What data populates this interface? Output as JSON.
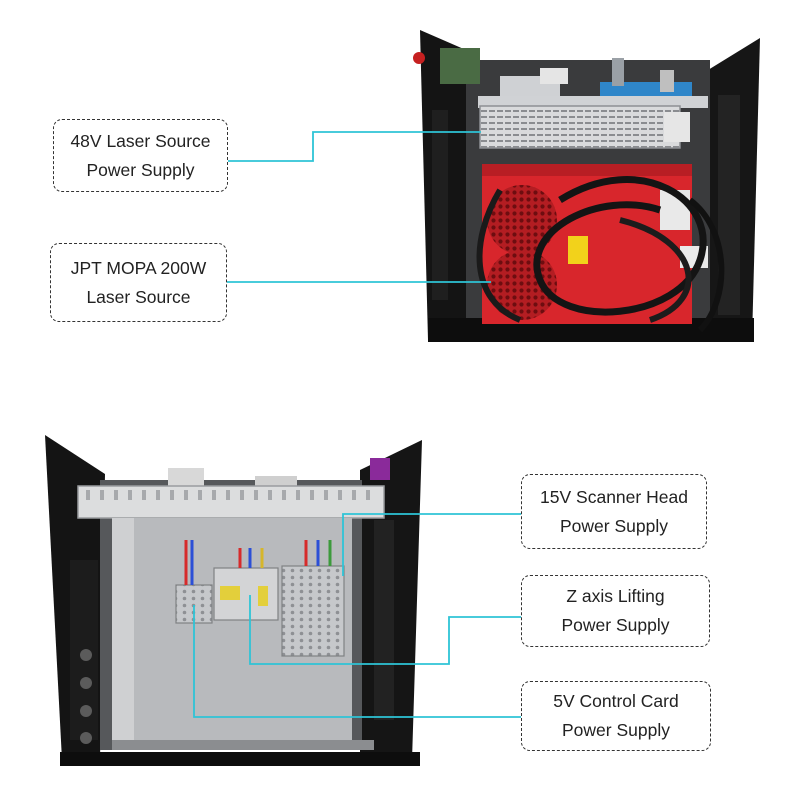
{
  "callouts": [
    {
      "line1": "48V Laser Source",
      "line2": "Power Supply"
    },
    {
      "line1": "JPT MOPA 200W",
      "line2": "Laser Source"
    },
    {
      "line1": "15V Scanner Head",
      "line2": "Power Supply"
    },
    {
      "line1": "Z axis Lifting",
      "line2": "Power Supply"
    },
    {
      "line1": "5V Control Card",
      "line2": "Power Supply"
    }
  ],
  "colors": {
    "background": "#ffffff",
    "leader_line": "#2ec4d6",
    "cabinet": "#111111",
    "laser_source": "#d8262c",
    "power_supply": "#c9cacc",
    "mounting_plate": "#b8babd"
  }
}
